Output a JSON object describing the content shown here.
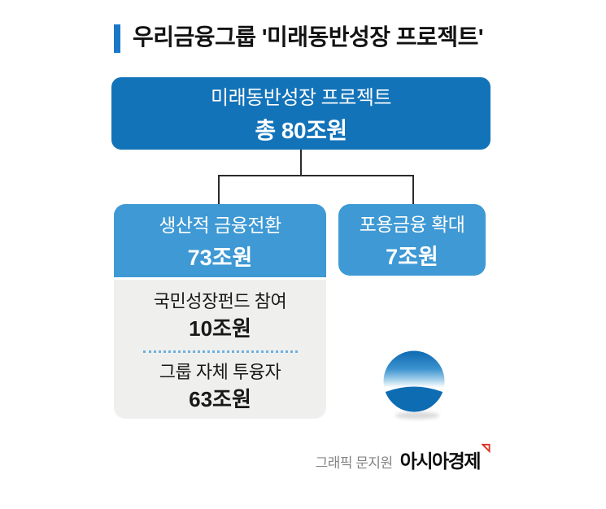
{
  "header": {
    "title": "우리금융그룹 '미래동반성장 프로젝트'"
  },
  "tree": {
    "root": {
      "title": "미래동반성장 프로젝트",
      "amount": "총 80조원"
    },
    "children": [
      {
        "title": "생산적 금융전환",
        "amount": "73조원",
        "details": [
          {
            "label": "국민성장펀드 참여",
            "amount": "10조원"
          },
          {
            "label": "그룹 자체 투융자",
            "amount": "63조원"
          }
        ]
      },
      {
        "title": "포용금융 확대",
        "amount": "7조원"
      }
    ]
  },
  "footer": {
    "credit": "그래픽 문지원",
    "publisher": "아시아경제"
  },
  "icons": {
    "logo": "woori-sphere-logo",
    "publisher_mark": "asiae-flag-icon"
  },
  "colors": {
    "title_accent": "#1b78c8",
    "root_box": "#1373b9",
    "child_box": "#3e99d4",
    "detail_box": "#eff0ee",
    "dotted_divider": "#6db0e0",
    "connector": "#2b2b2b",
    "logo_blue": "#0e6cb3",
    "publisher_red": "#e03020",
    "credit_gray": "#848484"
  }
}
